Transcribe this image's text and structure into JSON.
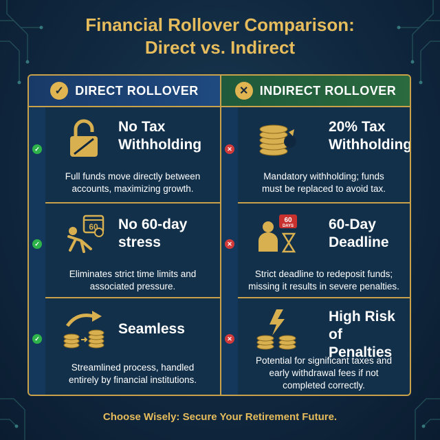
{
  "title": {
    "line1": "Financial Rollover Comparison:",
    "line2": "Direct vs. Indirect"
  },
  "colors": {
    "gold": "#e6bc5c",
    "direct_header": "#1f4a80",
    "indirect_header": "#2a6a3e",
    "check": "#2db34a",
    "cross": "#d23a3a"
  },
  "headers": {
    "direct": {
      "label": "DIRECT ROLLOVER",
      "icon": "check-circle-icon",
      "glyph": "✓"
    },
    "indirect": {
      "label": "INDIRECT ROLLOVER",
      "icon": "x-circle-icon",
      "glyph": "✕"
    }
  },
  "direct": [
    {
      "title1": "No Tax",
      "title2": "Withholding",
      "icon": "unlocked-padlock-icon",
      "desc1": "Full funds move directly between",
      "desc2": "accounts, maximizing growth."
    },
    {
      "title1": "No 60-day",
      "title2": "stress",
      "icon": "relaxed-person-calendar-icon",
      "calendar_text": "60",
      "desc1": "Eliminates strict time limits and",
      "desc2": "associated pressure."
    },
    {
      "title1": "Seamless",
      "title2": "",
      "icon": "coin-transfer-icon",
      "desc1": "Streamlined process, handled",
      "desc2": "entirely by financial institutions."
    }
  ],
  "indirect": [
    {
      "title1": "20% Tax",
      "title2": "Withholding",
      "icon": "coin-stack-bite-icon",
      "desc1": "Mandatory withholding; funds",
      "desc2": "must be replaced to avoid tax.",
      "desc3": ""
    },
    {
      "title1": "60-Day",
      "title2": "Deadline",
      "icon": "stressed-person-hourglass-icon",
      "badge1": "60",
      "badge2": "DAYS",
      "desc1": "Strict deadline to redeposit funds;",
      "desc2": "missing it results in severe penalties.",
      "desc3": ""
    },
    {
      "title1": "High Risk of",
      "title2": "Penalties",
      "icon": "lightning-coins-icon",
      "desc1": "Potential for significant taxes and",
      "desc2": "early withdrawal fees if not",
      "desc3": "completed correctly."
    }
  ],
  "marks": {
    "ok": "✓",
    "no": "✕"
  },
  "footer": "Choose Wisely: Secure Your Retirement Future."
}
